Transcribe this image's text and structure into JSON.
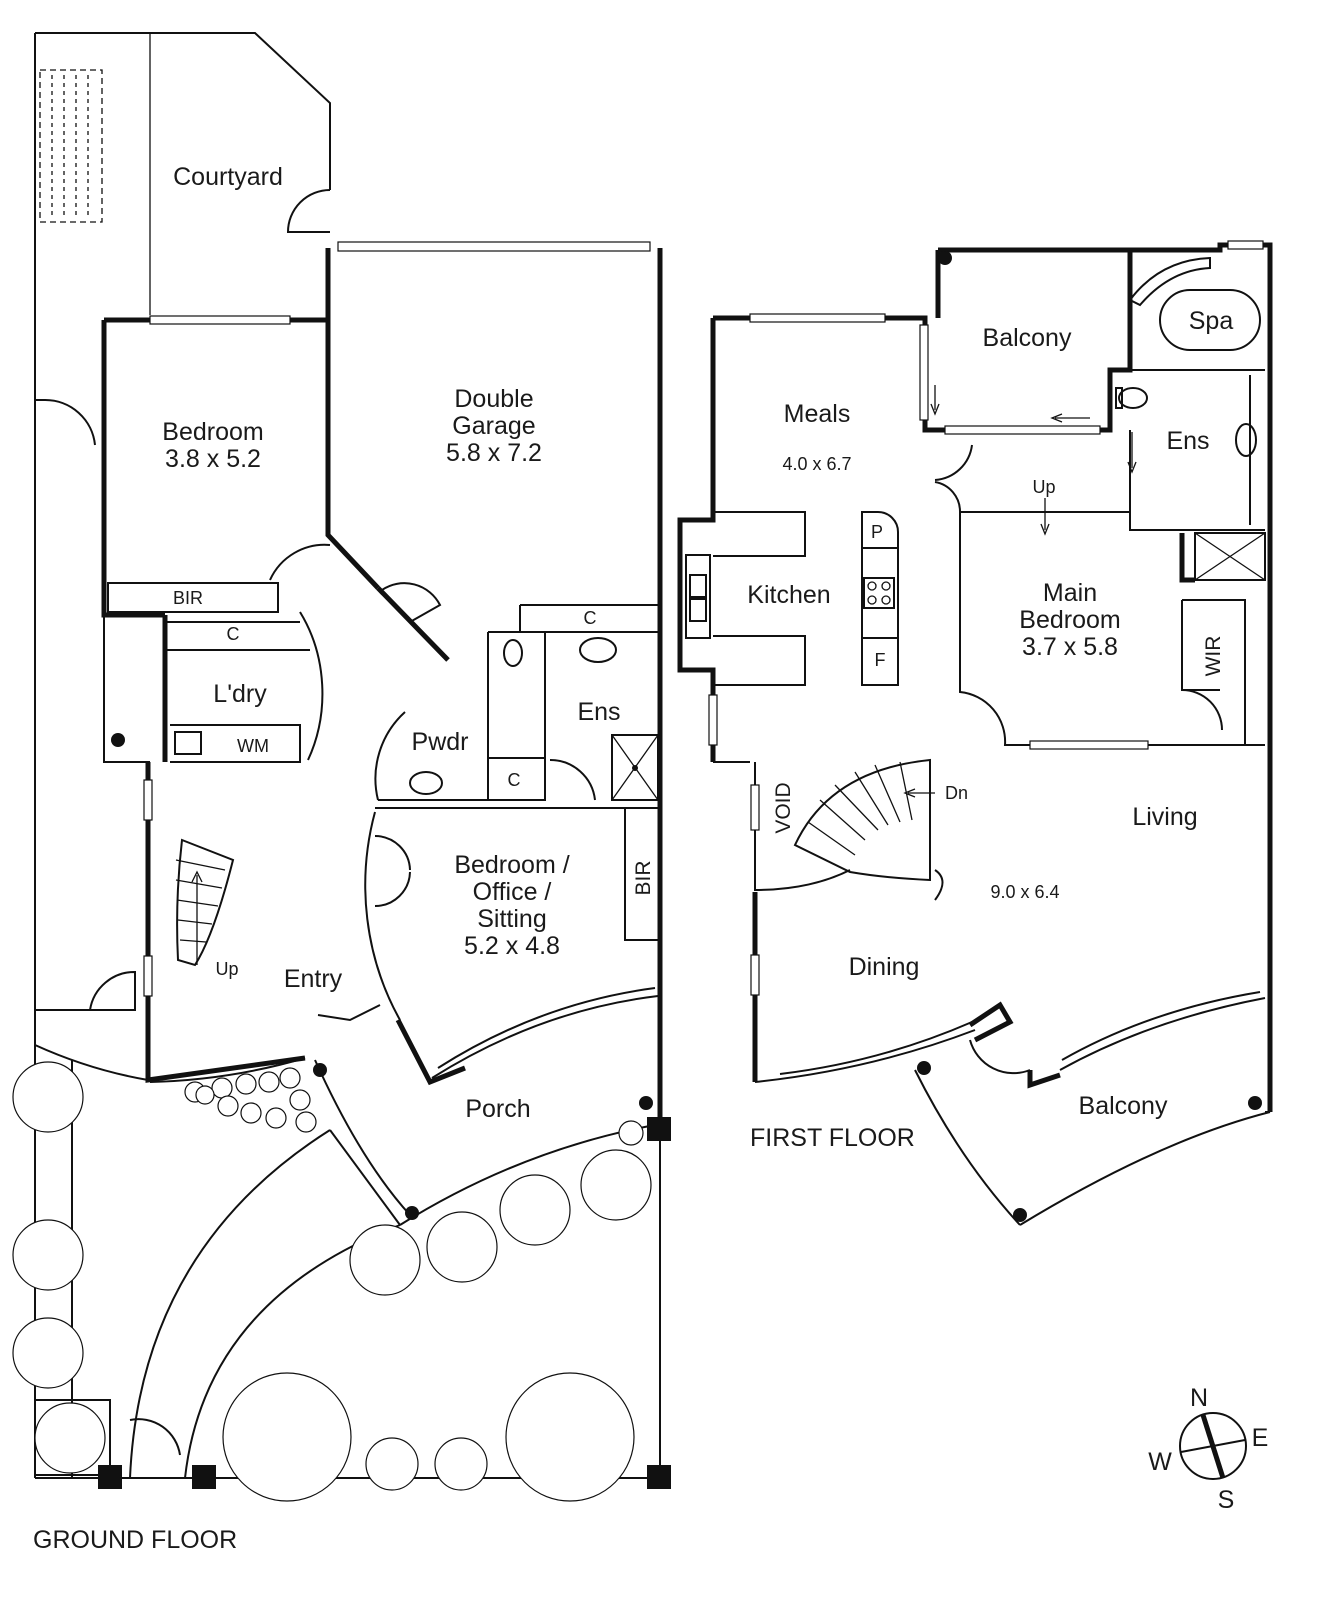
{
  "floors": {
    "ground": "GROUND FLOOR",
    "first": "FIRST FLOOR"
  },
  "ground_rooms": {
    "courtyard": "Courtyard",
    "bedroom_name": "Bedroom",
    "bedroom_size": "3.8 x 5.2",
    "garage_line1": "Double",
    "garage_line2": "Garage",
    "garage_size": "5.8 x 7.2",
    "bir": "BIR",
    "cupboard": "C",
    "laundry": "L'dry",
    "wm": "WM",
    "powder": "Pwdr",
    "ensuite": "Ens",
    "office_line1": "Bedroom /",
    "office_line2": "Office /",
    "office_line3": "Sitting",
    "office_size": "5.2 x 4.8",
    "entry": "Entry",
    "up": "Up",
    "porch": "Porch"
  },
  "first_rooms": {
    "balcony": "Balcony",
    "spa": "Spa",
    "meals": "Meals",
    "meals_size": "4.0 x 6.7",
    "ensuite": "Ens",
    "up": "Up",
    "kitchen": "Kitchen",
    "pantry": "P",
    "fridge": "F",
    "main_bed_line1": "Main",
    "main_bed_line2": "Bedroom",
    "main_bed_size": "3.7 x 5.8",
    "wir": "WIR",
    "void": "VOID",
    "down": "Dn",
    "living": "Living",
    "living_size": "9.0 x 6.4",
    "dining": "Dining",
    "balcony_front": "Balcony"
  },
  "compass": {
    "n": "N",
    "e": "E",
    "s": "S",
    "w": "W"
  }
}
